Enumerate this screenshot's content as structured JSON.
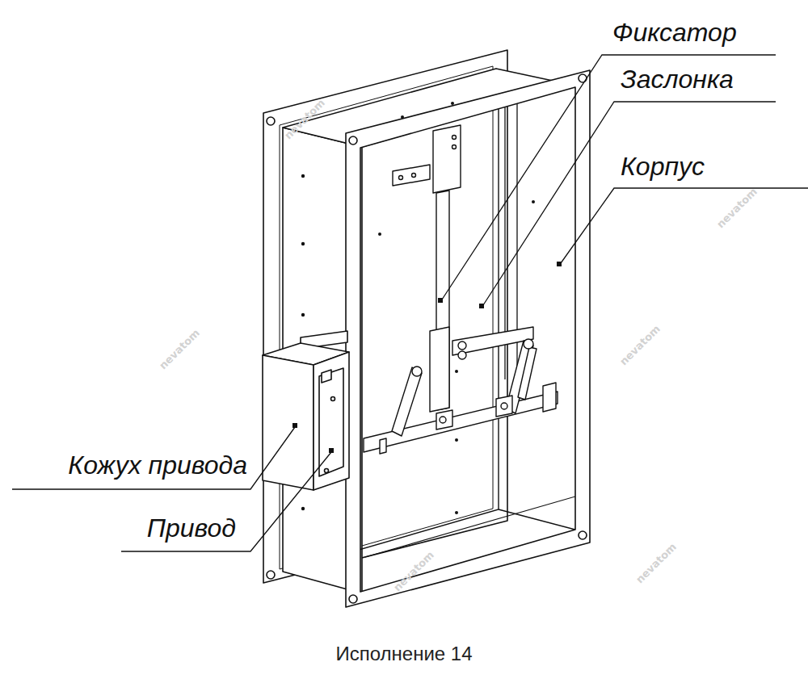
{
  "diagram": {
    "caption": "Исполнение 14",
    "labels": [
      "Фиксатор",
      "Заслонка",
      "Корпус",
      "Кожух привода",
      "Привод",
      "nevatom",
      "nevatom",
      "nevatom",
      "nevatom",
      "nevatom",
      "nevatom"
    ]
  }
}
